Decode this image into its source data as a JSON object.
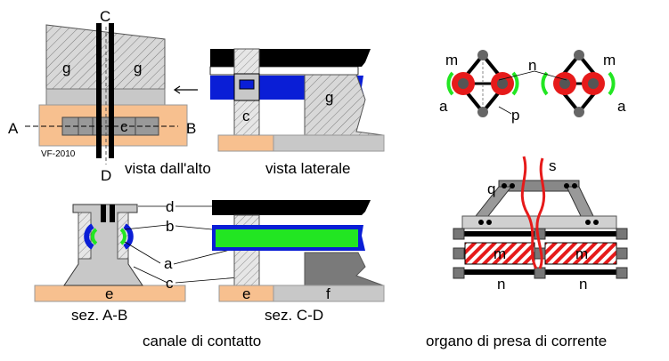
{
  "labels": {
    "C": "C",
    "D": "D",
    "A": "A",
    "B": "B",
    "g": "g",
    "c": "c",
    "d": "d",
    "b": "b",
    "a": "a",
    "e": "e",
    "f": "f",
    "m": "m",
    "n": "n",
    "p": "p",
    "s": "s",
    "q": "q",
    "vf": "VF-2010"
  },
  "captions": {
    "top_view": "vista dall'alto",
    "side_view": "vista laterale",
    "section_ab": "sez. A-B",
    "section_cd": "sez. C-D",
    "contact_channel": "canale di contatto",
    "current_collector": "organo di presa di corrente"
  },
  "colors": {
    "orange": "#f7c08f",
    "gray": "#c8c8c8",
    "dark_gray": "#7a7a7a",
    "blue": "#0a1ed6",
    "green": "#22e622",
    "red": "#e61a1a",
    "black": "#000000"
  }
}
